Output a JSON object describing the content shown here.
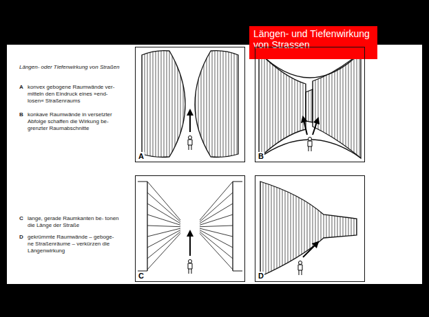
{
  "diagram": {
    "title": "Längen- und Tiefenwirkung von Strassen",
    "nodes": [
      {
        "text": [
          "A"
        ]
      },
      {
        "text": [
          "B"
        ]
      },
      {
        "text": [
          "C"
        ]
      },
      {
        "text": [
          "D"
        ]
      }
    ],
    "labels": [
      "Längen- oder Tiefenwirkung von Straßen",
      "A",
      "konvex gebogene Raumwände ver- mitteln den Eindruck eines »end- losen« Straßenraums",
      "B",
      "konkave Raumwände in versetzter Abfolge schaffen die Wirkung be- grenzter Raumabschnitte",
      "C",
      "lange, gerade Raumkanten be- tonen die Länge der Straße",
      "D",
      "gekrümmte Raumwände – geboge- ne Straßenräume – verkürzen die Längenwirkung"
    ]
  }
}
